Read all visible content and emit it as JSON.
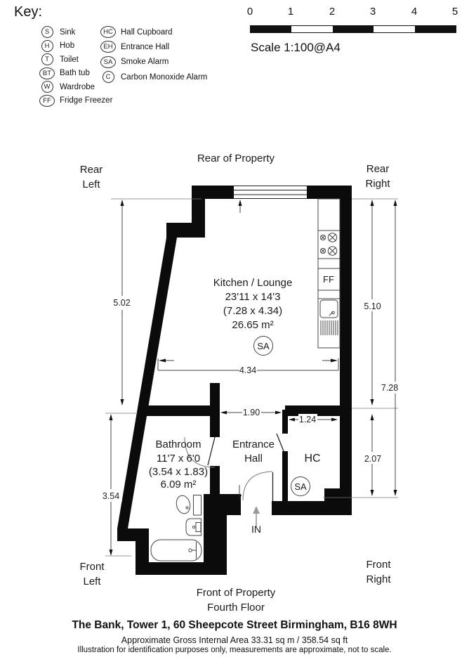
{
  "key": {
    "title": "Key:",
    "col1": [
      {
        "code": "S",
        "label": "Sink"
      },
      {
        "code": "H",
        "label": "Hob"
      },
      {
        "code": "T",
        "label": "Toilet"
      },
      {
        "code": "BT",
        "label": "Bath tub"
      },
      {
        "code": "W",
        "label": "Wardrobe"
      },
      {
        "code": "FF",
        "label": "Fridge Freezer"
      }
    ],
    "col2": [
      {
        "code": "HC",
        "label": "Hall Cupboard"
      },
      {
        "code": "EH",
        "label": "Entrance Hall"
      },
      {
        "code": "SA",
        "label": "Smoke Alarm"
      },
      {
        "code": "C",
        "label": "Carbon Monoxide Alarm"
      }
    ]
  },
  "scale": {
    "ticks": [
      "0",
      "1",
      "2",
      "3",
      "4",
      "5"
    ],
    "caption": "Scale 1:100@A4"
  },
  "compass": {
    "rear_of_property": "Rear of Property",
    "rear_left": [
      "Rear",
      "Left"
    ],
    "rear_right": [
      "Rear",
      "Right"
    ],
    "front_left": [
      "Front",
      "Left"
    ],
    "front_right": [
      "Front",
      "Right"
    ],
    "front_of_property": "Front of Property",
    "floor": "Fourth Floor"
  },
  "rooms": {
    "kitchen": {
      "name": "Kitchen / Lounge",
      "imperial": "23'11 x 14'3",
      "metric": "(7.28 x 4.34)",
      "area": "26.65 m²"
    },
    "bathroom": {
      "name": "Bathroom",
      "imperial": "11'7 x 6'0",
      "metric": "(3.54 x 1.83)",
      "area": "6.09 m²"
    },
    "entrance_hall": {
      "line1": "Entrance",
      "line2": "Hall"
    },
    "hall_cupboard": {
      "code": "HC"
    }
  },
  "markers": {
    "smoke_alarm": "SA",
    "fridge_freezer": "FF",
    "entry": "IN"
  },
  "dims": {
    "left_height": "5.02",
    "kitchen_height": "5.10",
    "total_height": "7.28",
    "kitchen_width": "4.34",
    "hall_width": "1.90",
    "cupboard_width": "1.24",
    "cupboard_height": "2.07",
    "bathroom_height": "3.54"
  },
  "footer": {
    "address": "The Bank, Tower 1, 60 Sheepcote Street Birmingham, B16 8WH",
    "area_line": "Approximate Gross Internal Area 33.31 sq m / 358.54 sq ft",
    "disclaimer": "Illustration for identification purposes only, measurements are approximate, not to scale."
  },
  "colors": {
    "wall": "#0b0b0b",
    "dim_line": "#444444",
    "text": "#1a1a1a"
  }
}
